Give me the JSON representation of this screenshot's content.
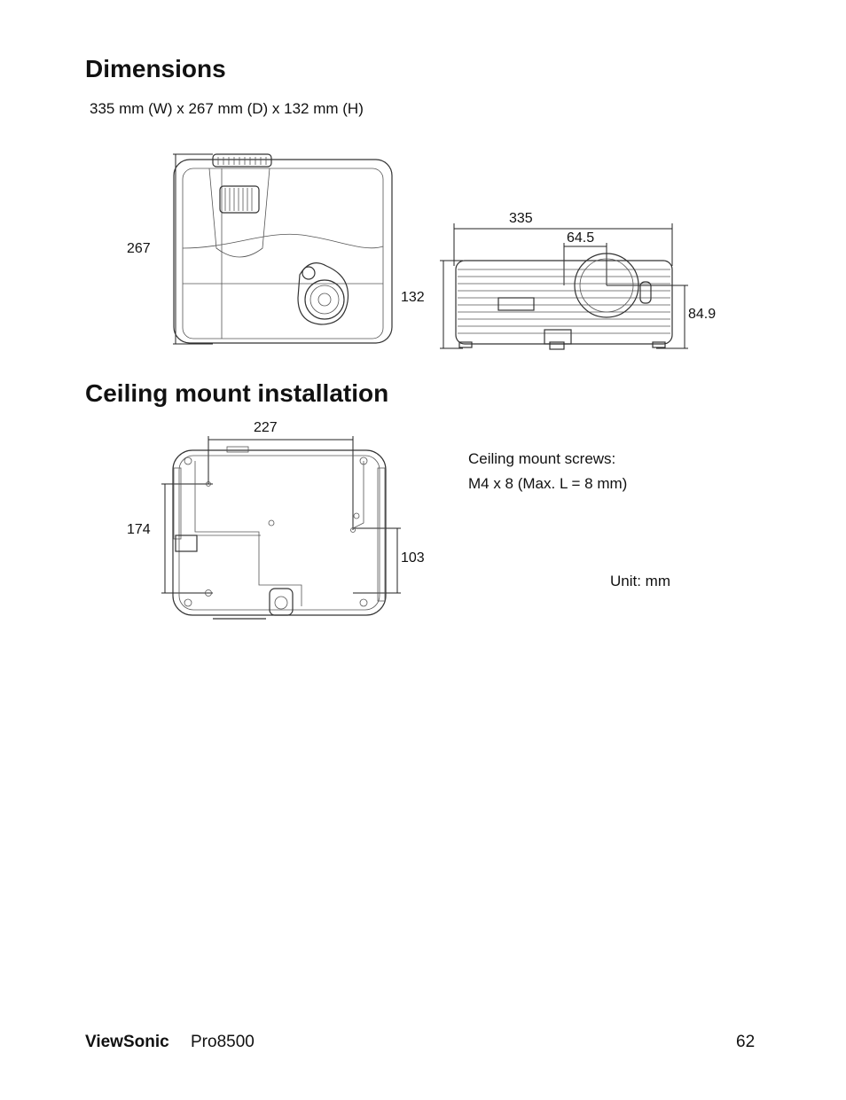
{
  "sections": {
    "dimensions": {
      "title": "Dimensions",
      "size_text": "335 mm (W) x 267 mm (D) x 132 mm (H)",
      "top_view": {
        "depth_label": "267"
      },
      "front_view": {
        "width_label": "335",
        "lens_offset_label": "64.5",
        "height_label": "132",
        "lens_height_label": "84.9"
      }
    },
    "ceiling": {
      "title": "Ceiling mount installation",
      "bottom_view": {
        "width_label": "227",
        "depth_label": "174",
        "offset_label": "103"
      },
      "screws_line1": "Ceiling mount screws:",
      "screws_line2": "M4 x 8 (Max. L = 8 mm)",
      "unit": "Unit: mm"
    }
  },
  "footer": {
    "brand": "ViewSonic",
    "model": "Pro8500",
    "page": "62"
  }
}
